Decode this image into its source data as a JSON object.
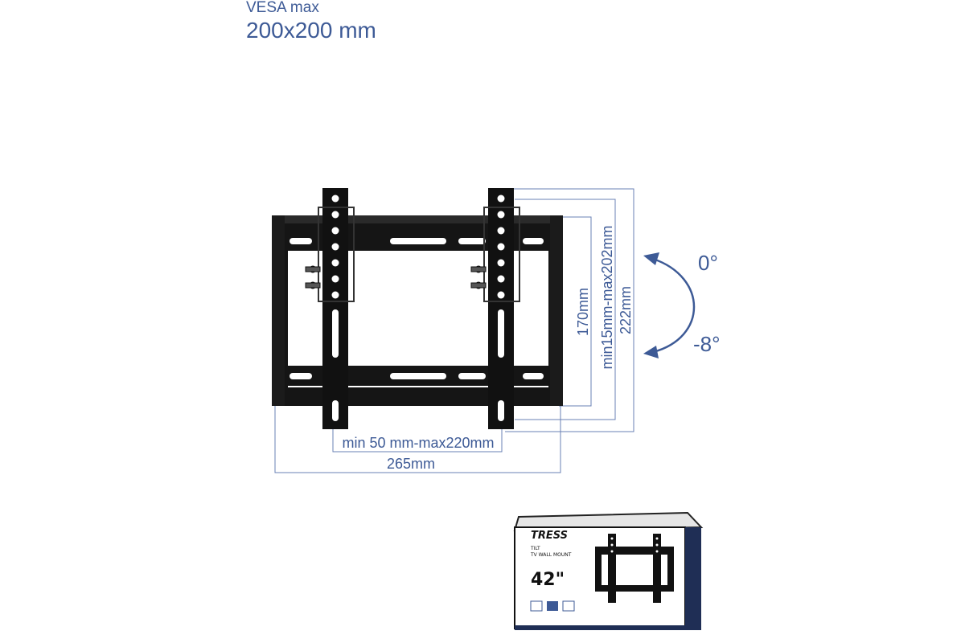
{
  "vesa": {
    "label": "VESA max",
    "value": "200x200 mm"
  },
  "dimensions": {
    "height_inner": "170mm",
    "height_range": "min15mm-max202mm",
    "height_total": "222mm",
    "width_range": "min 50 mm-max220mm",
    "width_total": "265mm"
  },
  "tilt": {
    "top": "0°",
    "bottom": "-8°"
  },
  "package": {
    "brand": "TRESS",
    "line1": "TILT",
    "line2": "TV WALL MOUNT",
    "size": "42\""
  },
  "colors": {
    "accent": "#3d5a96",
    "bracket": "#111111"
  }
}
